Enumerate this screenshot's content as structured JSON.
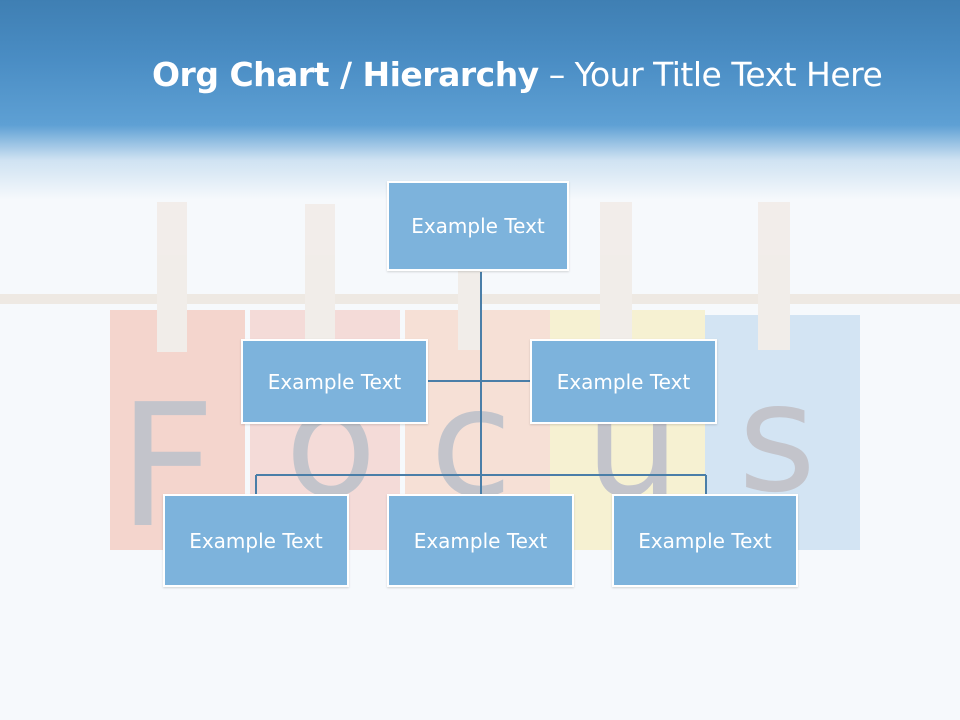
{
  "title": {
    "bold": "Org Chart / Hierarchy",
    "rest": " – Your Title Text Here"
  },
  "background_letters": [
    "F",
    "o",
    "c",
    "u",
    "s"
  ],
  "colors": {
    "box_fill": "#7db3dc",
    "connector": "#4a7ea8",
    "header": "#4a8dc4"
  },
  "nodes": {
    "top": "Example Text",
    "mid_left": "Example Text",
    "mid_right": "Example Text",
    "bottom_left": "Example Text",
    "bottom_center": "Example Text",
    "bottom_right": "Example Text"
  }
}
